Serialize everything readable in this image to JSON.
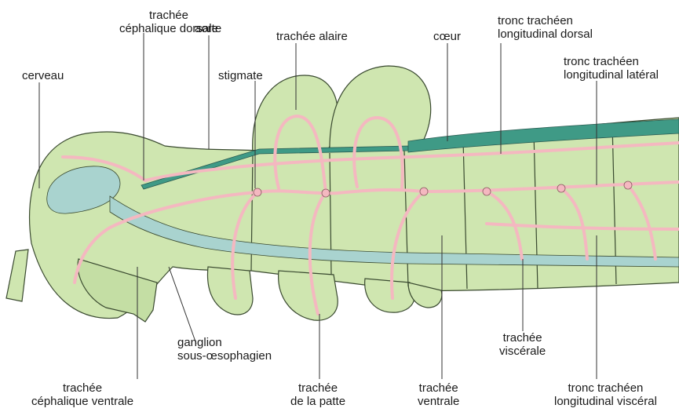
{
  "labels": {
    "trachee_cephalique_dorsale": [
      "trachée",
      "céphalique dorsale"
    ],
    "aorte": "aorte",
    "trachee_alaire": "trachée alaire",
    "coeur": "cœur",
    "tronc_longitudinal_dorsal": [
      "tronc trachéen",
      "longitudinal dorsal"
    ],
    "tronc_longitudinal_lateral": [
      "tronc trachéen",
      "longitudinal latéral"
    ],
    "cerveau": "cerveau",
    "stigmate": "stigmate",
    "ganglion": [
      "ganglion",
      "sous-œsophagien"
    ],
    "trachee_cephalique_ventrale": [
      "trachée",
      "céphalique ventrale"
    ],
    "trachee_de_la_patte": [
      "trachée",
      "de la patte"
    ],
    "trachee_ventrale": [
      "trachée",
      "ventrale"
    ],
    "trachee_viscerale": [
      "trachée",
      "viscérale"
    ],
    "tronc_longitudinal_visceral": [
      "tronc trachéen",
      "longitudinal viscéral"
    ]
  },
  "colors": {
    "body": "#cfe6b0",
    "outline": "#3a4a30",
    "trachea": "#f4b8c0",
    "heart": "#3f9a86",
    "nerve": "#a9d3cf"
  }
}
